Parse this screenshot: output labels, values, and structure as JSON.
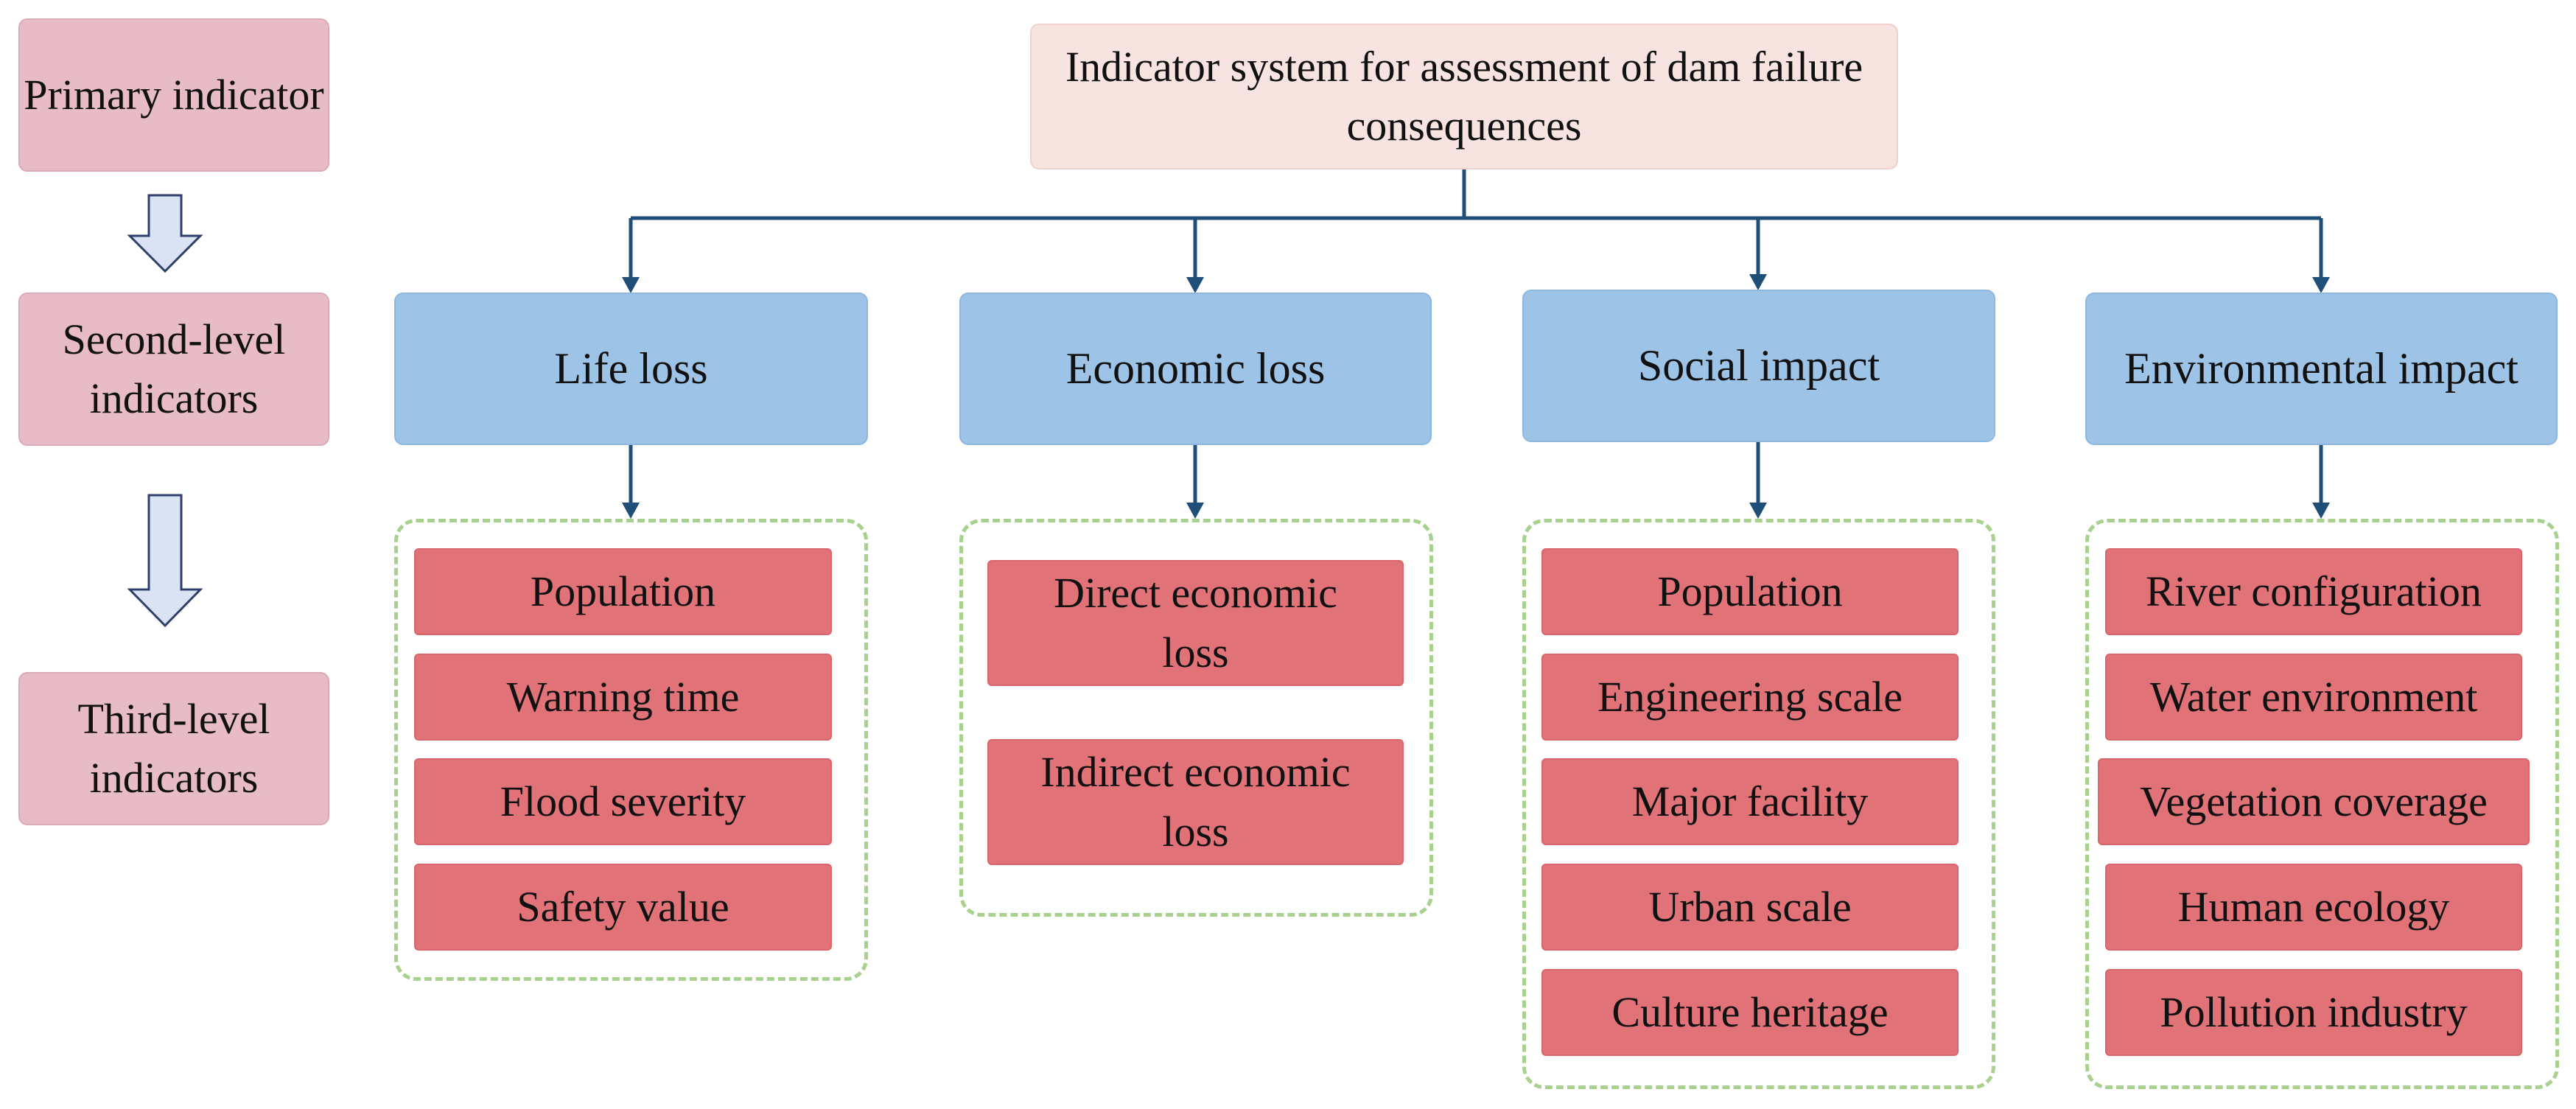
{
  "legend": {
    "primary": "Primary indicator",
    "second": "Second-level indicators",
    "third": "Third-level indicators"
  },
  "root": "Indicator system for assessment of dam failure consequences",
  "categories": [
    {
      "title": "Life loss",
      "items": [
        "Population",
        "Warning time",
        "Flood severity",
        "Safety value"
      ]
    },
    {
      "title": "Economic loss",
      "items": [
        "Direct economic loss",
        "Indirect economic loss"
      ]
    },
    {
      "title": "Social impact",
      "items": [
        "Population",
        "Engineering scale",
        "Major facility",
        "Urban scale",
        "Culture heritage"
      ]
    },
    {
      "title": "Environmental impact",
      "items": [
        "River configuration",
        "Water environment",
        "Vegetation coverage",
        "Human ecology",
        "Pollution industry"
      ]
    }
  ],
  "colors": {
    "legend_fill": "#e8bcc7",
    "root_fill": "#f7e3df",
    "category_fill": "#9dc3e6",
    "item_fill": "#e07278",
    "group_border": "#a9d18e",
    "connector": "#1f4e79",
    "legend_arrow_fill": "#dae3f3",
    "legend_arrow_stroke": "#2f3f6b"
  }
}
